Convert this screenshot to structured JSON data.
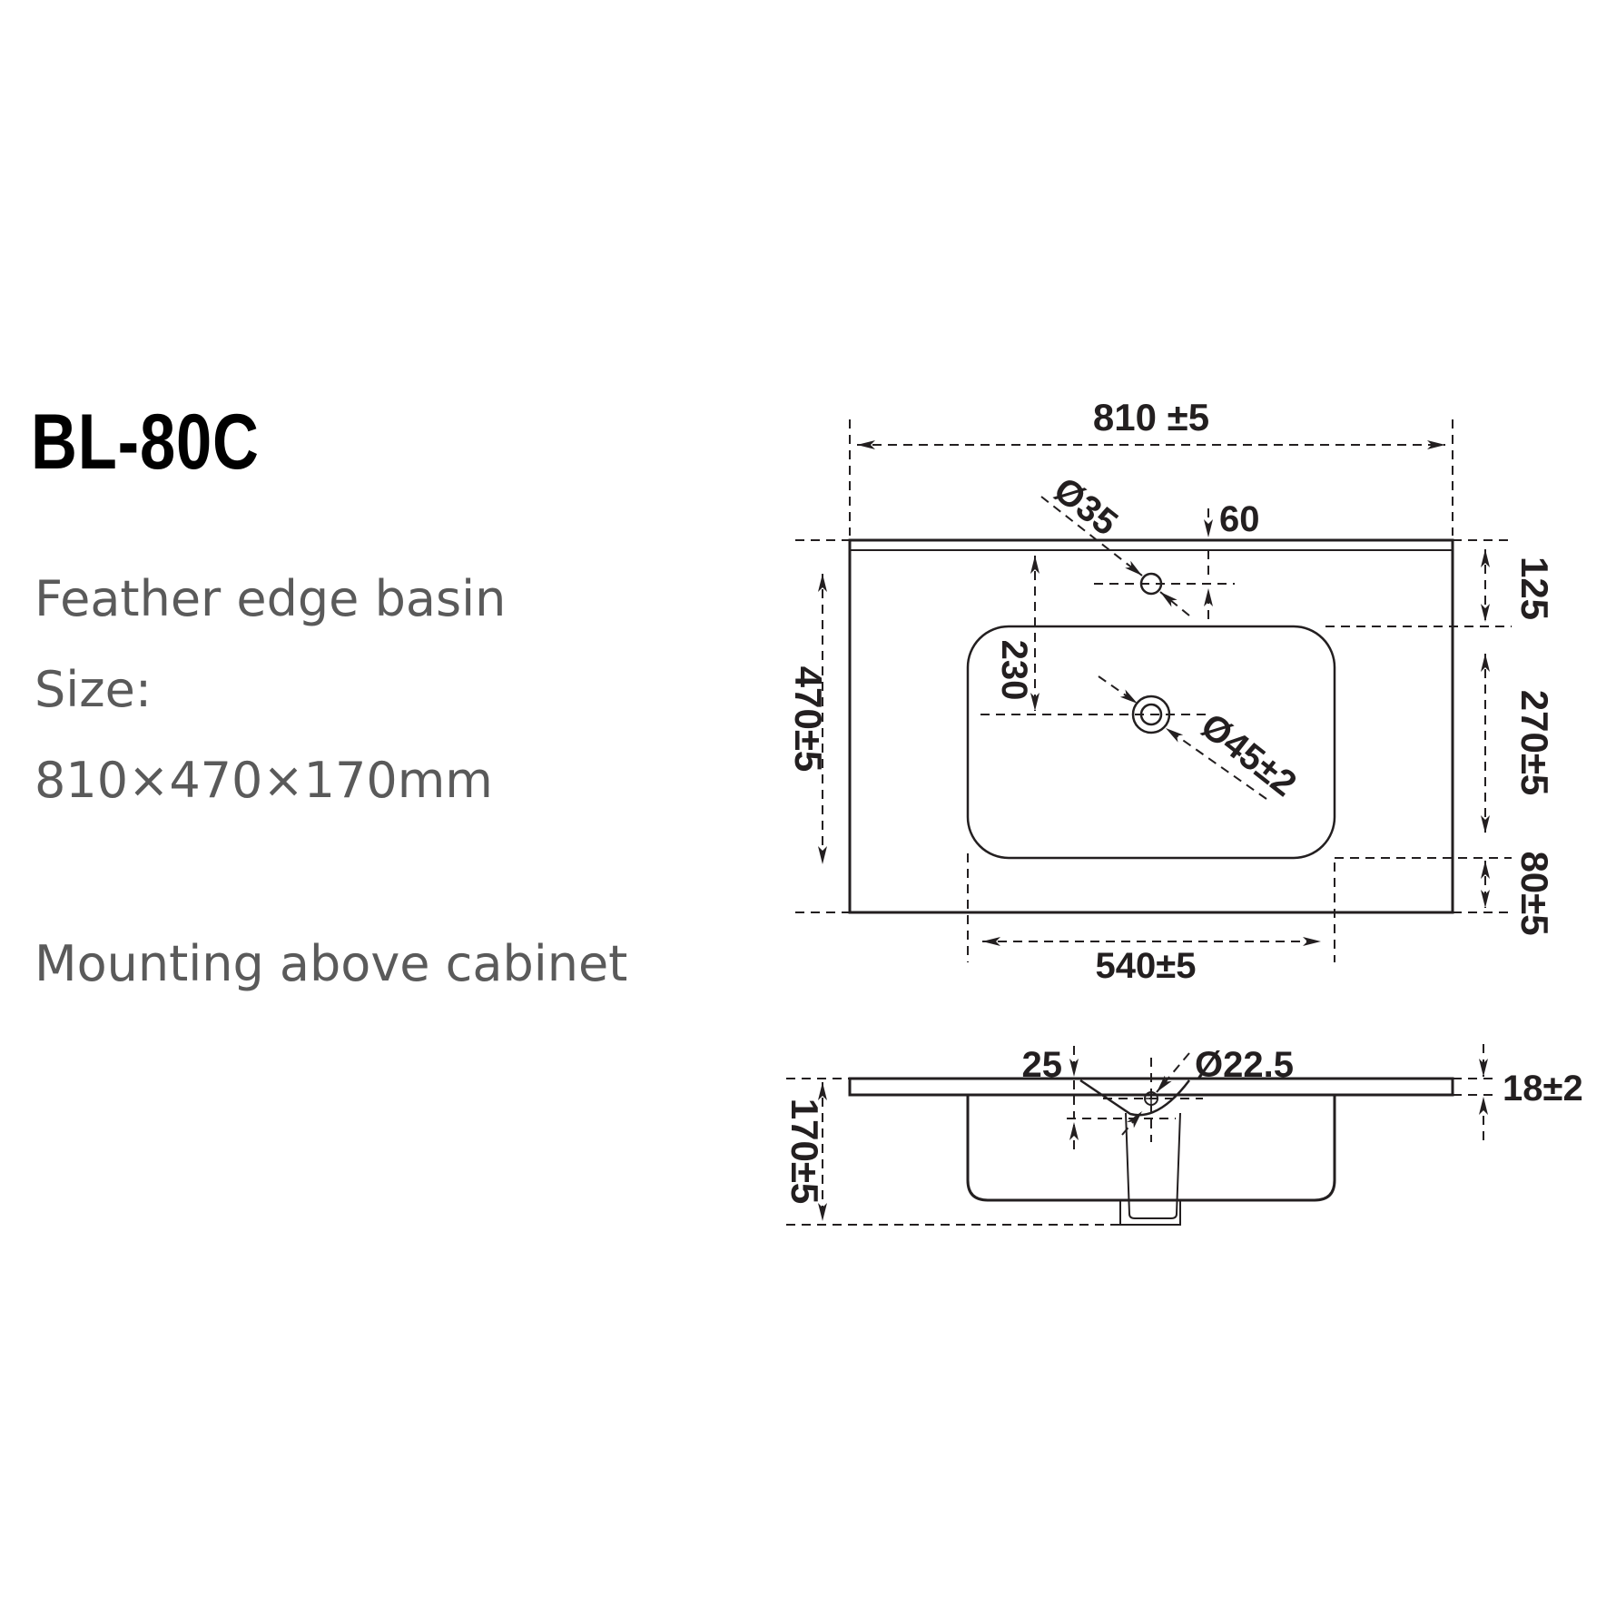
{
  "title": "BL-80C",
  "description": {
    "line1": "Feather edge basin",
    "line2": "Size:",
    "line3": "810×470×170mm",
    "line4": "Mounting above cabinet"
  },
  "top_view": {
    "overall_width": "810 ±5",
    "overall_depth": "470±5",
    "tap_hole_diameter": "Ø35",
    "tap_hole_offset": "60",
    "back_to_bowl": "125",
    "back_to_drain": "230",
    "bowl_depth": "270±5",
    "bowl_to_front": "80±5",
    "bowl_width": "540±5",
    "drain_diameter": "Ø45±2"
  },
  "side_view": {
    "overall_height": "170±5",
    "overflow_offset": "25",
    "overflow_diameter": "Ø22.5",
    "slab_thickness": "18±2"
  },
  "colors": {
    "line": "#231f20",
    "title_text": "#000000",
    "description_text": "#5a5a5a",
    "background": "#ffffff"
  }
}
